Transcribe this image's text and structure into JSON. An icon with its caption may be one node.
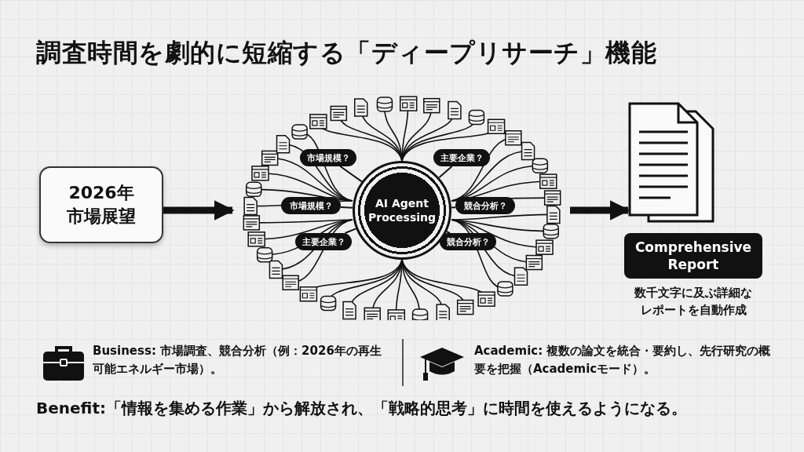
{
  "diagram": {
    "title": "調査時間を劇的に短縮する「ディープリサーチ」機能",
    "nodes": [
      {
        "text": [
          "2026年市場展望"
        ]
      },
      {
        "text": [],
        "shape": "picture"
      },
      {
        "text": [
          "AI Agent Processing"
        ],
        "in": 1
      },
      {
        "text": [
          "市場規模？"
        ],
        "in": 1
      },
      {
        "text": [
          "主要企業？"
        ],
        "in": 1
      },
      {
        "text": [
          "市場規模？"
        ],
        "in": 1
      },
      {
        "text": [
          "競合分析？"
        ],
        "in": 1
      },
      {
        "text": [
          "主要企業？"
        ],
        "in": 1
      },
      {
        "text": [
          "競合分析？"
        ],
        "in": 1
      },
      {
        "text": [],
        "shape": "picture"
      },
      {
        "text": [
          "Comprehensive Report"
        ],
        "beside": [
          "数千文字に及ぶ詳細なレポートを自動作成"
        ]
      }
    ],
    "edges": [
      {
        "from": 0,
        "to": 1,
        "arrow": "to",
        "style": "thick"
      },
      {
        "from": 1,
        "to": 9,
        "arrow": "to",
        "style": "thick"
      },
      {
        "from": 3,
        "to": 2,
        "arrow": "none"
      },
      {
        "from": 4,
        "to": 2,
        "arrow": "none"
      },
      {
        "from": 5,
        "to": 2,
        "arrow": "none"
      },
      {
        "from": 6,
        "to": 2,
        "arrow": "none"
      },
      {
        "from": 7,
        "to": 2,
        "arrow": "none"
      },
      {
        "from": 8,
        "to": 2,
        "arrow": "none"
      }
    ],
    "labels": [
      "Business: 市場調査、競合分析（例：2026年の再生可能エネルギー市場）。",
      "Academic: 複数の論文を統合・要約し、先行研究の概要を把握（Academicモード）。",
      "Benefit:「情報を集める作業」から解放され、「戦略的思考」に時間を使えるようになる。"
    ]
  }
}
